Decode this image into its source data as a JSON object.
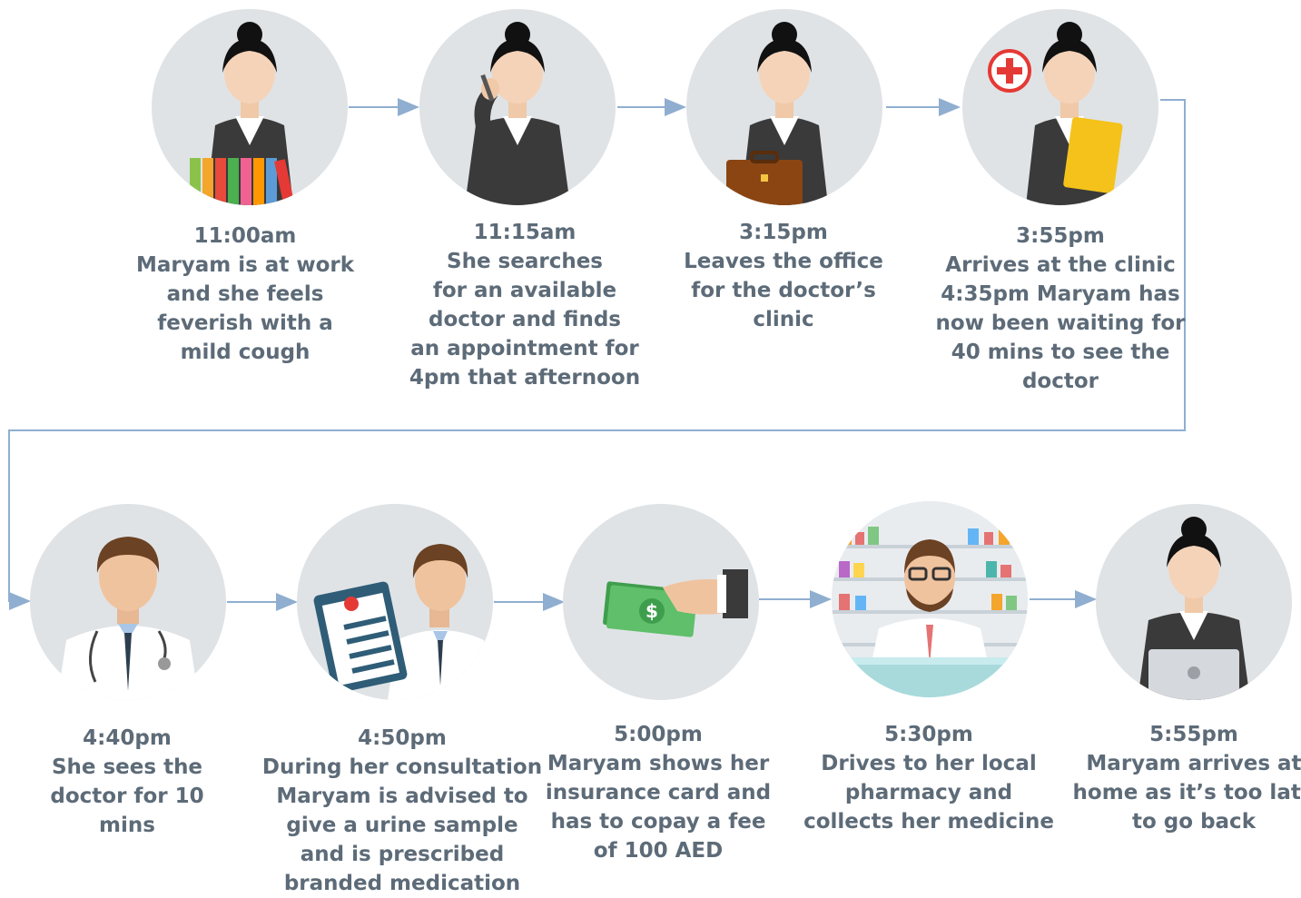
{
  "colors": {
    "circle_bg": "#dfe3e6",
    "text": "#5d6b78",
    "connector": "#8faed0"
  },
  "steps": [
    {
      "icon": "woman-with-binders-icon",
      "time": "11:00am",
      "lines": [
        "Maryam is at work",
        "and she feels",
        "feverish with a",
        "mild cough"
      ]
    },
    {
      "icon": "woman-on-phone-icon",
      "time": "11:15am",
      "lines": [
        "She searches",
        "for an available",
        "doctor and finds",
        "an appointment for",
        "4pm that afternoon"
      ]
    },
    {
      "icon": "woman-with-briefcase-icon",
      "time": "3:15pm",
      "lines": [
        "Leaves the office",
        "for the doctor’s",
        "clinic"
      ]
    },
    {
      "icon": "woman-at-clinic-icon",
      "time": "3:55pm",
      "lines": [
        "Arrives at the clinic",
        "4:35pm Maryam has",
        "now been waiting for",
        "40 mins to see the",
        "doctor"
      ]
    },
    {
      "icon": "doctor-icon",
      "time": "4:40pm",
      "lines": [
        "She sees the",
        "doctor for 10",
        "mins"
      ]
    },
    {
      "icon": "doctor-with-clipboard-icon",
      "time": "4:50pm",
      "lines": [
        "During her consultation",
        "Maryam is advised to",
        "give a urine sample",
        "and is prescribed",
        "branded medication"
      ]
    },
    {
      "icon": "hand-with-cash-icon",
      "time": "5:00pm",
      "lines": [
        "Maryam shows her",
        "insurance card and",
        "has to copay a fee",
        "of 100 AED"
      ]
    },
    {
      "icon": "pharmacist-icon",
      "time": "5:30pm",
      "lines": [
        "Drives to her local",
        "pharmacy and",
        "collects her medicine"
      ]
    },
    {
      "icon": "woman-with-laptop-icon",
      "time": "5:55pm",
      "lines": [
        "Maryam arrives at",
        "home as it’s too late",
        "to go back"
      ]
    }
  ]
}
